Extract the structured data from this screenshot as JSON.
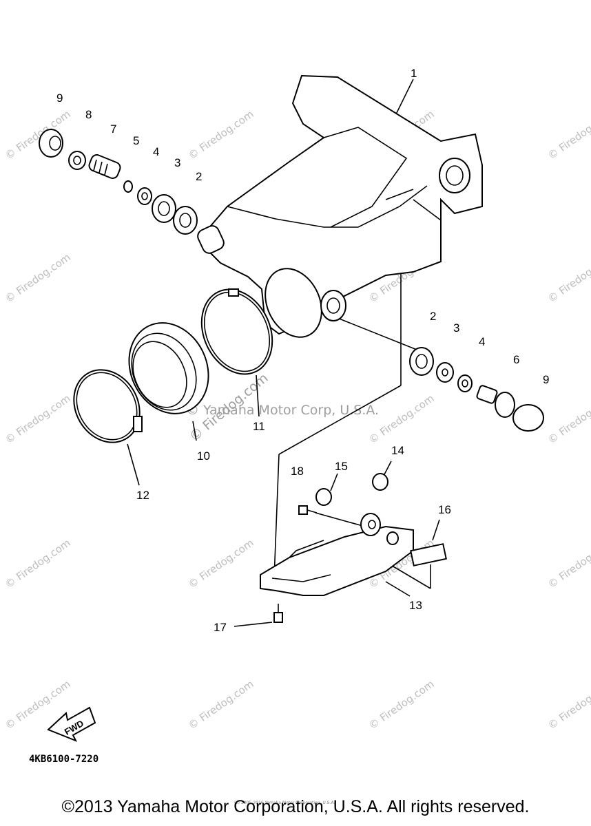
{
  "callouts": {
    "c1": "1",
    "c2a": "2",
    "c2b": "2",
    "c3a": "3",
    "c3b": "3",
    "c4a": "4",
    "c4b": "4",
    "c5": "5",
    "c6": "6",
    "c7": "7",
    "c8": "8",
    "c9a": "9",
    "c9b": "9",
    "c10": "10",
    "c11": "11",
    "c12": "12",
    "c13": "13",
    "c14": "14",
    "c15": "15",
    "c16": "16",
    "c17": "17",
    "c18": "18"
  },
  "fwd_label": "FWD",
  "diagram_ref": "4KB6100-7220",
  "watermark": "© Firedog.com",
  "center_watermark": "© Yamaha Motor Corp, U.S.A.",
  "center_watermark_site": "© Firedog.com",
  "small_copyright": "(c) 2005-2016 Yamaha Motor Corporation, U.S.A.",
  "copyright": "©2013 Yamaha Motor Corporation, U.S.A. All rights reserved."
}
